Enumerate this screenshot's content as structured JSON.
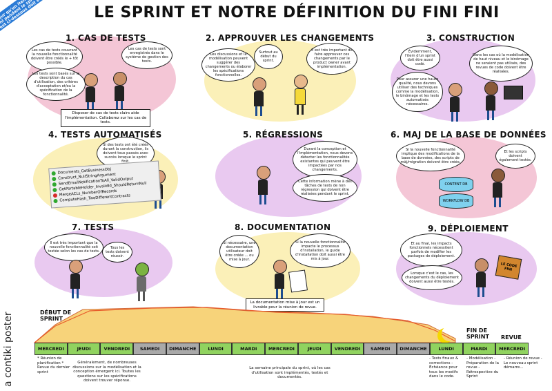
{
  "title": "LE SPRINT ET NOTRE DÉFINITION DU FINI FINI",
  "corner_ribbon": "Pour qu'un item du backlog soit fini pendant le sprint, tout ce qui est ci-dessous doit être satisfait.",
  "watermark": "a contiki poster",
  "colors": {
    "pink": "#f4c6d6",
    "yellow": "#fbf0b8",
    "purple": "#e9c9f0",
    "green": "#90d35f",
    "grey": "#a9a9a9"
  },
  "panels": {
    "p1": {
      "title": "1. CAS DE TESTS",
      "bubble_a": "Les cas de tests couvrant la nouvelle fonctionnalité doivent être créés le + tôt possible.",
      "bubble_b": "Les cas de tests sont enregistrés dans le système de gestion des tests.",
      "bubble_c": "Les tests sont basés sur la description du cas d'utilisation, des critères d'acceptation et/ou la spécification de la fonctionnalité.",
      "note": "Disposer de cas de tests clairs aide l'implémentation. Collaborez sur les cas de tests."
    },
    "p2": {
      "title": "2. APPROUVER LES CHANGEMENTS",
      "bubble_a": "Les discussions et la modélisation peuvent suggérer des changements ou élaborer les spécifications fonctionnelles.",
      "bubble_b": "Surtout au début du sprint.",
      "bubble_c": "Il est très important de faire approuver ces changements par le product owner avant implémentation."
    },
    "p3": {
      "title": "3. CONSTRUCTION",
      "bubble_a": "Évidemment, l'item d'un sprint doit être aussi codé.",
      "bubble_b": "Dans les cas où la modélisation de haut niveau et le binômage ne seraient pas utilisés, des revues de code doivent être réalisées.",
      "bubble_c": "Pour assurer une haute qualité, nous devons utiliser des techniques comme la modélisation, le binômage et les tests automatisés nécessaires."
    },
    "p4": {
      "title": "4. TESTS AUTOMATISÉS",
      "bubble_a": "Si des tests ont été créés durant la construction, ils doivent tous passés avec succès lorsque le sprint finit.",
      "tests": [
        {
          "name": "Documents_GetBusinessObj",
          "status": "#2fa82f"
        },
        {
          "name": "Construct_NullStringArgument",
          "status": "#2fa82f"
        },
        {
          "name": "SendEmailNotificationToAll_ValidOutput",
          "status": "#2fa82f"
        },
        {
          "name": "GetPortableHolder_InvalidId_ShouldReturnNull",
          "status": "#2fa82f"
        },
        {
          "name": "MergeACLs_NumberOfRecords",
          "status": "#d62a2a"
        },
        {
          "name": "ComputeHash_TwoDifferentContracts",
          "status": "#2fa82f"
        }
      ]
    },
    "p5": {
      "title": "5. RÉGRESSIONS",
      "bubble_a": "Durant la conception et l'implémentation, nous devons détecter les fonctionnalités existantes qui peuvent être impactées par nos changements.",
      "bubble_b": "Cette information mène à des tâches de tests de non régression qui doivent être réalisées pendant le sprint."
    },
    "p6": {
      "title": "6. MAJ DE LA BASE DE DONNÉES",
      "bubble_a": "Si la nouvelle fonctionnalité implique des modifications de la base de données, des scripts de màj/migration doivent être créés.",
      "bubble_b": "Et les scripts doivent également testés.",
      "db_label_a": "CONTENT DB",
      "db_label_b": "WORKFLOW DB"
    },
    "p7": {
      "title": "7. TESTS",
      "bubble_a": "Il est très important que la nouvelle fonctionnalité soit testée selon les cas de tests.",
      "bubble_b": "Tous les tests doivent réussir."
    },
    "p8": {
      "title": "8. DOCUMENTATION",
      "bubble_a": "Si nécessaire, une documentation utilisateur doit être créée ... ou mise à jour.",
      "bubble_b": "Si la nouvelle fonctionnalité impacte le processus d'installation, le guide d'installation doit aussi être mis à jour.",
      "note": "La documentation mise à jour est un livrable pour la réunion de revue."
    },
    "p9": {
      "title": "9. DÉPLOIEMENT",
      "bubble_a": "Et au final, les impacts fonctionnels nécessitent parfois de modifier les packages de déploiement.",
      "bubble_b": "Lorsque c'est le cas, les changements du déploiement doivent aussi être testés.",
      "box_label": "LE CODE FINI"
    }
  },
  "timeline": {
    "start_label": "DÉBUT DE SPRINT",
    "end_label": "FIN DE SPRINT",
    "review_label": "REVUE",
    "days": [
      {
        "label": "MERCREDI",
        "type": "green"
      },
      {
        "label": "JEUDI",
        "type": "green"
      },
      {
        "label": "VENDREDI",
        "type": "green"
      },
      {
        "label": "SAMEDI",
        "type": "grey"
      },
      {
        "label": "DIMANCHE",
        "type": "grey"
      },
      {
        "label": "LUNDI",
        "type": "green"
      },
      {
        "label": "MARDI",
        "type": "green"
      },
      {
        "label": "MERCREDI",
        "type": "green"
      },
      {
        "label": "JEUDI",
        "type": "green"
      },
      {
        "label": "VENDREDI",
        "type": "green"
      },
      {
        "label": "SAMEDI",
        "type": "grey"
      },
      {
        "label": "DIMANCHE",
        "type": "grey"
      },
      {
        "label": "LUNDI",
        "type": "green"
      },
      {
        "label": "MARDI",
        "type": "green"
      },
      {
        "label": "MERCREDI",
        "type": "green"
      }
    ],
    "note_start": "* Réunion de planification * Revue du dernier sprint",
    "note_early": "Généralement, de nombreuses discussions sur la modélisation et la conception émergent ici. Toutes les questions sur les spécifications doivent trouver réponse.",
    "note_middle": "La semaine principale du sprint, où les cas d'utilisation sont implémentés, testés et documentés.",
    "note_end1": "- Tests finaux & corrections - Échéance pour tous les modifs dans le code.",
    "note_end2": "- Modélisation - Préparation de la revue - Rétrospective du Sprint",
    "note_end3": "- Réunion de revue - Le nouveau sprint démarre..."
  }
}
